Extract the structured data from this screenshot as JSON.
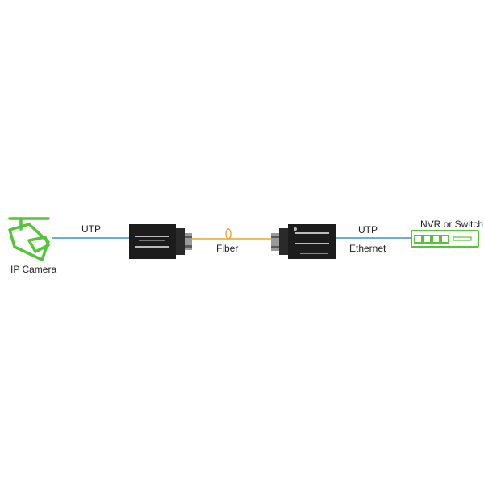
{
  "diagram": {
    "labels": {
      "camera": "IP Camera",
      "utp_left": "UTP",
      "fiber": "Fiber",
      "utp_right": "UTP",
      "ethernet": "Ethernet",
      "nvr": "NVR or Switch"
    },
    "colors": {
      "icon_green": "#55c43a",
      "utp_line": "#3a8fd8",
      "fiber_line": "#f0a030",
      "device_body": "#1c1c1c",
      "device_port": "#9a9a9a"
    },
    "icons": {
      "camera": "cctv-camera-icon",
      "nvr": "network-switch-icon"
    }
  }
}
